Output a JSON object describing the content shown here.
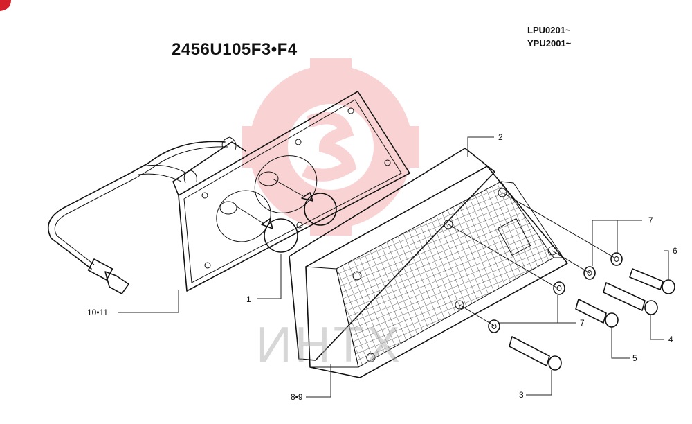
{
  "title": "2456U105F3•F4",
  "serials": [
    "LPU0201~",
    "YPU2001~"
  ],
  "watermark": "ИНТХ",
  "callouts": {
    "c1": "1",
    "c2": "2",
    "c3": "3",
    "c4": "4",
    "c5": "5",
    "c6": "6",
    "c7a": "7",
    "c7b": "7",
    "c89": "8•9",
    "c1011": "10•11"
  },
  "colors": {
    "watermark_logo": "#f3a0a0",
    "line": "#111111",
    "lens_grid": "#333333"
  }
}
